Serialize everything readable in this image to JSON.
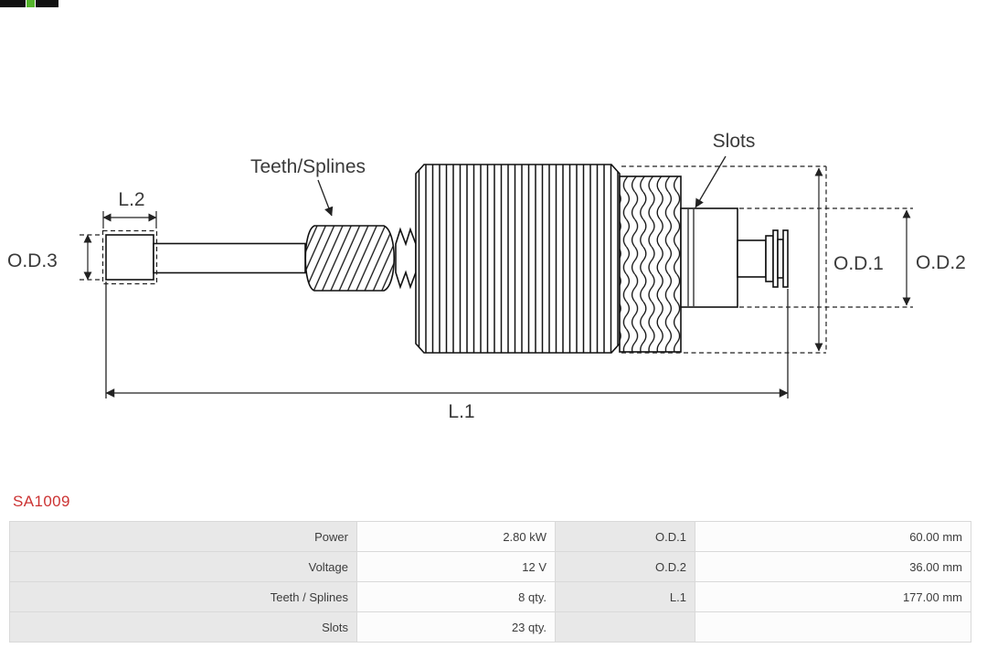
{
  "brand": {
    "logo_black": "#111111",
    "logo_green": "#55b52c"
  },
  "part": {
    "number": "SA1009"
  },
  "colors": {
    "part_number_red": "#cc3333",
    "table_label_bg": "#e8e8e8",
    "table_value_bg": "#fcfcfc",
    "line_color": "#111111"
  },
  "diagram": {
    "callouts": {
      "teeth_splines": "Teeth/Splines",
      "slots": "Slots"
    },
    "dimensions": {
      "l1": "L.1",
      "l2": "L.2",
      "od1": "O.D.1",
      "od2": "O.D.2",
      "od3": "O.D.3"
    }
  },
  "table": {
    "rows": [
      {
        "label_left": "Power",
        "value_left": "2.80 kW",
        "label_right": "O.D.1",
        "value_right": "60.00 mm"
      },
      {
        "label_left": "Voltage",
        "value_left": "12 V",
        "label_right": "O.D.2",
        "value_right": "36.00 mm"
      },
      {
        "label_left": "Teeth / Splines",
        "value_left": "8 qty.",
        "label_right": "L.1",
        "value_right": "177.00 mm"
      },
      {
        "label_left": "Slots",
        "value_left": "23 qty.",
        "label_right": "",
        "value_right": ""
      }
    ]
  }
}
